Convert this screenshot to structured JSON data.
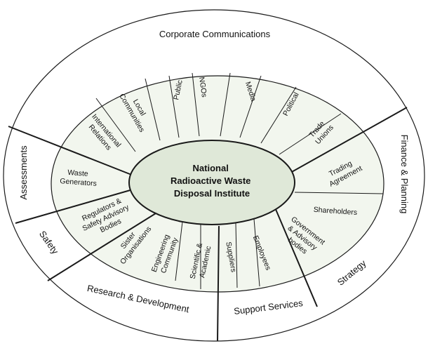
{
  "center": {
    "lines": [
      "National",
      "Radioactive Waste",
      "Disposal Institute"
    ]
  },
  "outer": {
    "corporate": "Corporate Communications",
    "finance": "Finance & Planning",
    "strategy": "Strategy",
    "support": "Support Services",
    "research": "Research & Development",
    "safety": "Safety",
    "assessments": "Assessments"
  },
  "inner": {
    "international": [
      "International",
      "Relations"
    ],
    "local": [
      "Local",
      "Communities"
    ],
    "public": [
      "Public"
    ],
    "ngos": [
      "NGOs"
    ],
    "media": [
      "Media"
    ],
    "political": [
      "Political"
    ],
    "trade": [
      "Trade",
      "Unions"
    ],
    "trading": [
      "Trading",
      "Agreement"
    ],
    "shareholders": [
      "Shareholders"
    ],
    "government": [
      "Government",
      "& Advisory",
      "bodies"
    ],
    "employees": [
      "Employees"
    ],
    "suppliers": [
      "Suppliers"
    ],
    "scientific": [
      "Scientific &",
      "Academic"
    ],
    "engineering": [
      "Engineering",
      "Community"
    ],
    "sister": [
      "Sister",
      "Organisations"
    ],
    "regulators": [
      "Regulators &",
      "Safety Advisory",
      "Bodies"
    ],
    "waste": [
      "Waste",
      "Generators"
    ]
  },
  "colors": {
    "center_fill": "#dfe8d8",
    "ring_fill": "#f2f6ee",
    "line": "#1a1a1a"
  }
}
